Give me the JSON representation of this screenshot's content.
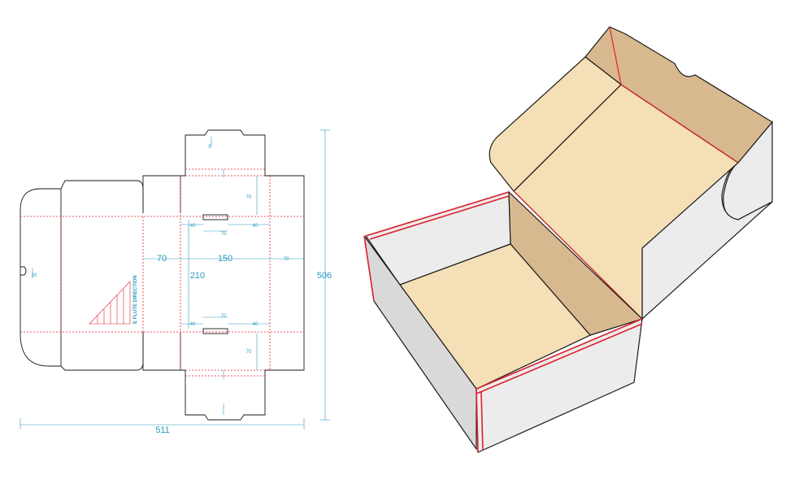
{
  "dieline": {
    "dimensions": {
      "total_width": "511",
      "total_height": "506",
      "side_flap": "70",
      "panel_width": "150",
      "side_flap_right": "70",
      "panel_height": "210",
      "tuck_height_top": "70",
      "tuck_height_bottom": "70",
      "tab_width_top": "70",
      "tab_width_bottom": "70",
      "tab_offset_top_left": "40",
      "tab_offset_top_right": "40",
      "tab_offset_bottom_left": "40",
      "tab_offset_bottom_right": "40",
      "notch_small": "20",
      "top_small": "5"
    },
    "flute_label": "E FLUTE DIRECTION"
  },
  "colors": {
    "cut_line": "#1a1a1a",
    "crease_line": "#e0212b",
    "dimension_line": "#2a9bc2",
    "board_inside": "#f5dfb6",
    "board_inside_shadow": "#d8b98f",
    "board_outside": "#ececec",
    "board_outside_shade": "#d9d9d9"
  }
}
